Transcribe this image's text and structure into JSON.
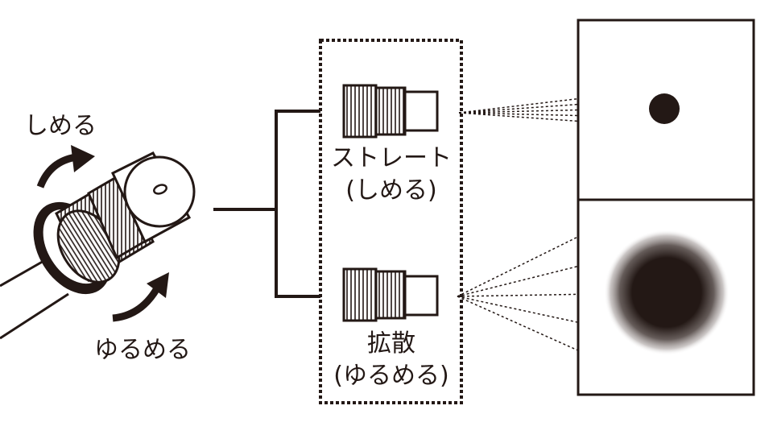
{
  "labels": {
    "tighten": "しめる",
    "loosen": "ゆるめる",
    "straight": "ストレート",
    "straight_sub": "(しめる)",
    "diffuse": "拡散",
    "diffuse_sub": "(ゆるめる)"
  },
  "colors": {
    "ink": "#231815",
    "background": "#ffffff"
  }
}
